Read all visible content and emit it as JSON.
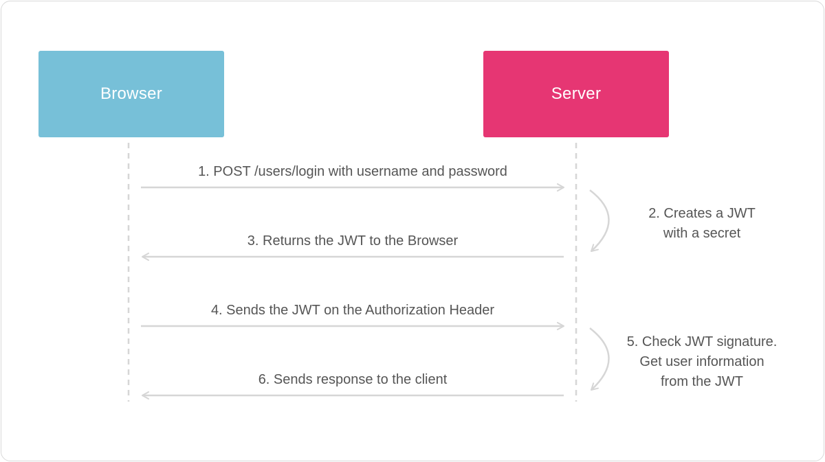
{
  "colors": {
    "browser": "#77c0d8",
    "server": "#e63673",
    "line": "#d6d6d6",
    "text": "#555555"
  },
  "actors": {
    "browser": "Browser",
    "server": "Server"
  },
  "messages": [
    {
      "label": "1. POST /users/login with username and password",
      "direction": "right"
    },
    {
      "label": "3. Returns the JWT to the Browser",
      "direction": "left"
    },
    {
      "label": "4. Sends the JWT on the Authorization Header",
      "direction": "right"
    },
    {
      "label": "6. Sends response to the client",
      "direction": "left"
    }
  ],
  "notes": [
    {
      "lines": [
        "2. Creates a JWT",
        "with a secret"
      ]
    },
    {
      "lines": [
        "5. Check JWT signature.",
        "Get user information",
        "from the JWT"
      ]
    }
  ]
}
